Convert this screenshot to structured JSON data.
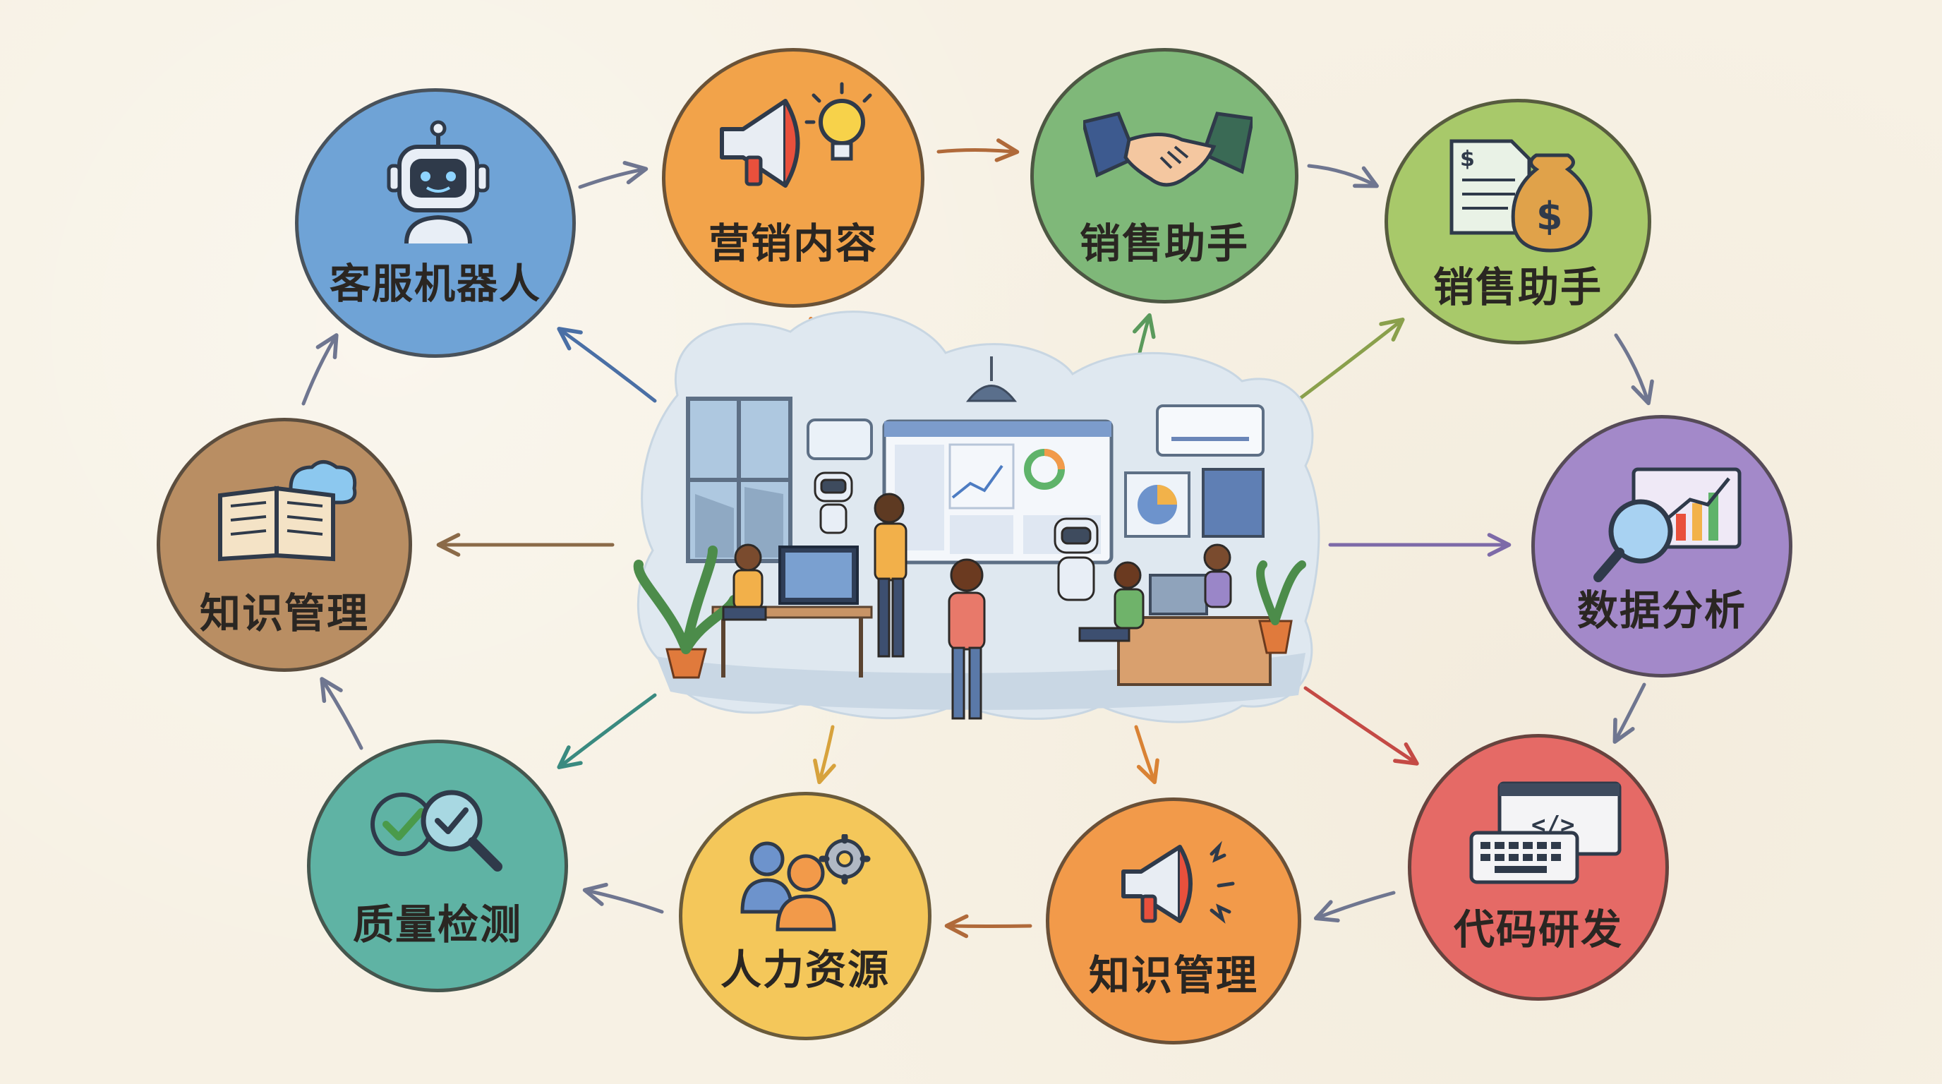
{
  "center": {
    "icon": "office-teamwork-illustration"
  },
  "nodes": {
    "customer_service_bot": {
      "label": "客服机器人",
      "color": "#6fa3d6",
      "icon": "robot-icon"
    },
    "marketing_content": {
      "label": "营销内容",
      "color": "#f2a34a",
      "icon": "megaphone-lightbulb-icon"
    },
    "sales_assistant_1": {
      "label": "销售助手",
      "color": "#7fb879",
      "icon": "handshake-icon"
    },
    "sales_assistant_2": {
      "label": "销售助手",
      "color": "#a8c96a",
      "icon": "invoice-moneybag-icon"
    },
    "data_analysis": {
      "label": "数据分析",
      "color": "#a389c9",
      "icon": "magnifier-chart-icon"
    },
    "code_dev": {
      "label": "代码研发",
      "color": "#e56a66",
      "icon": "keyboard-code-icon"
    },
    "knowledge_mgmt_2": {
      "label": "知识管理",
      "color": "#f29a4a",
      "icon": "megaphone-icon"
    },
    "human_resources": {
      "label": "人力资源",
      "color": "#f4c75a",
      "icon": "people-gear-icon"
    },
    "quality_check": {
      "label": "质量检测",
      "color": "#5fb3a4",
      "icon": "check-magnifier-icon"
    },
    "knowledge_mgmt_1": {
      "label": "知识管理",
      "color": "#b98e63",
      "icon": "book-cloud-icon"
    }
  }
}
